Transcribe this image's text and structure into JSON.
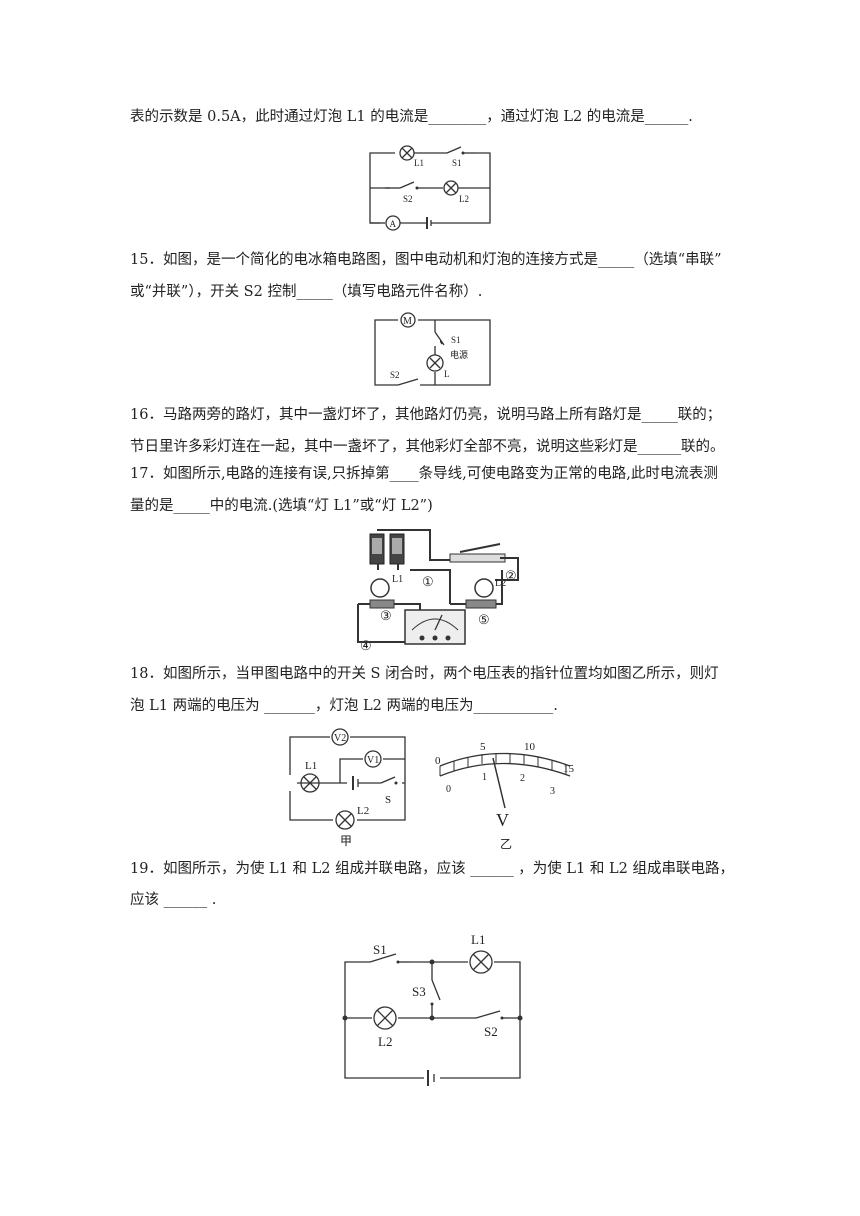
{
  "q14": {
    "line": "表的示数是 0.5A，此时通过灯泡 L1 的电流是________，通过灯泡 L2 的电流是______.",
    "fig": {
      "labels": [
        "L1",
        "S1",
        "S2",
        "L2",
        "A"
      ]
    }
  },
  "q15": {
    "line1": "15．如图，是一个简化的电冰箱电路图，图中电动机和灯泡的连接方式是_____（选填“串联”",
    "line2": "或“并联”），开关 S2 控制_____（填写电路元件名称）.",
    "fig": {
      "labels": [
        "M",
        "S1",
        "电源",
        "S2",
        "L"
      ]
    }
  },
  "q16": {
    "line1": "16．马路两旁的路灯，其中一盏灯坏了，其他路灯仍亮，说明马路上所有路灯是_____联的；",
    "line2": "节日里许多彩灯连在一起，其中一盏坏了，其他彩灯全部不亮，说明这些彩灯是______联的。"
  },
  "q17": {
    "line1": "17．如图所示,电路的连接有误,只拆掉第____条导线,可使电路变为正常的电路,此时电流表测",
    "line2": "量的是_____中的电流.(选填“灯 L1”或“灯 L2”)",
    "fig": {
      "labels": [
        "L1",
        "L2",
        "①",
        "②",
        "③",
        "④",
        "⑤"
      ]
    }
  },
  "q18": {
    "line1": "18．如图所示，当甲图电路中的开关 S 闭合时，两个电压表的指针位置均如图乙所示，则灯",
    "line2": "泡 L1 两端的电压为 _______，灯泡 L2 两端的电压为___________.",
    "fig_a": {
      "labels": [
        "V2",
        "L1",
        "V1",
        "S",
        "L2"
      ],
      "caption": "甲"
    },
    "fig_b": {
      "scale_top": [
        "0",
        "5",
        "10",
        "15"
      ],
      "scale_bottom": [
        "0",
        "1",
        "2",
        "3"
      ],
      "unit": "V",
      "caption": "乙"
    }
  },
  "q19": {
    "line1": "19．如图所示，为使 L1 和 L2 组成并联电路，应该 ______ ，为使 L1 和 L2 组成串联电路，",
    "line2": "应该 ______ .",
    "fig": {
      "labels": [
        "S1",
        "L1",
        "S3",
        "S2",
        "L2"
      ]
    }
  }
}
